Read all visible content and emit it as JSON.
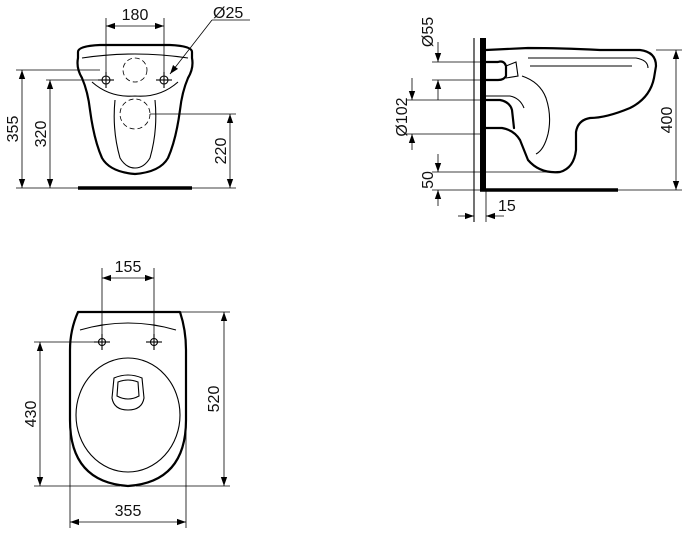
{
  "front_view": {
    "dim_hole_spacing": "180",
    "dim_hole_diameter": "Ø25",
    "dim_total_height": "355",
    "dim_hole_height": "320",
    "dim_outlet_height": "220"
  },
  "side_view": {
    "dim_inlet_diameter": "Ø55",
    "dim_outlet_diameter": "Ø102",
    "dim_height": "400",
    "dim_floor_gap": "50",
    "dim_wall_offset": "15"
  },
  "top_view": {
    "dim_hole_spacing": "155",
    "dim_length_to_holes": "430",
    "dim_total_length": "520",
    "dim_width": "355"
  }
}
